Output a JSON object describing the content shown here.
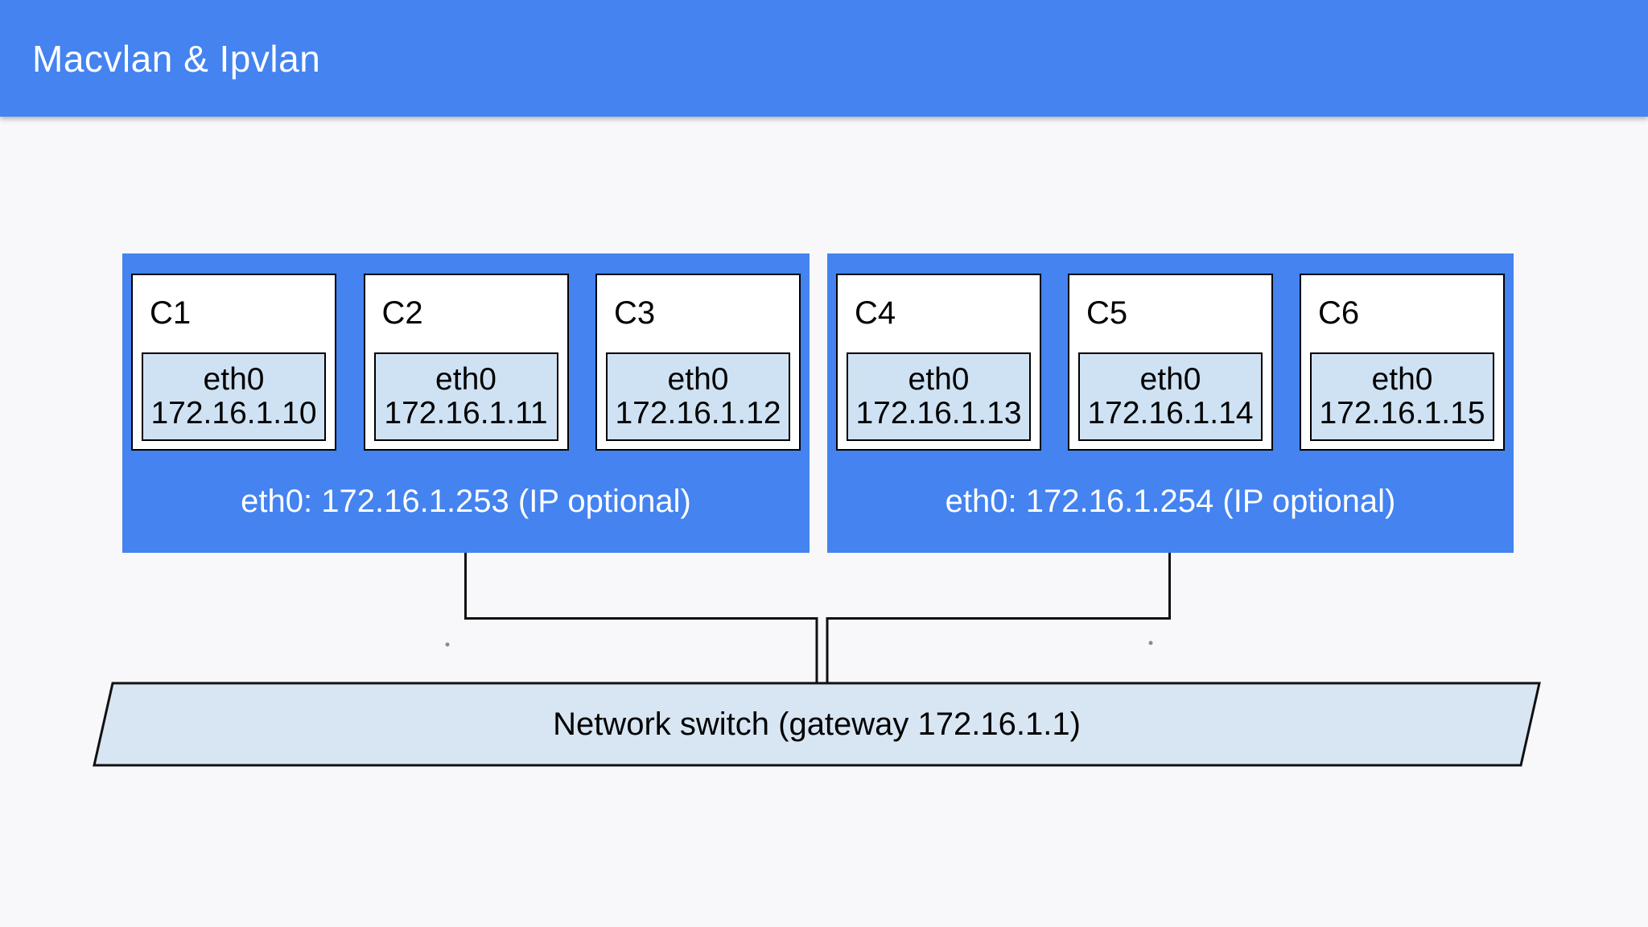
{
  "header": {
    "title": "Macvlan & Ipvlan"
  },
  "colors": {
    "header_blue": "#4483f0",
    "host_blue": "#4483f0",
    "interface_fill": "#cfe2f3",
    "switch_fill": "#d8e6f3",
    "canvas_bg": "#f8f8fa",
    "line": "#111111"
  },
  "hosts": [
    {
      "label": "eth0: 172.16.1.253 (IP optional)",
      "containers": [
        {
          "name": "C1",
          "interface": "eth0",
          "ip": "172.16.1.10"
        },
        {
          "name": "C2",
          "interface": "eth0",
          "ip": "172.16.1.11"
        },
        {
          "name": "C3",
          "interface": "eth0",
          "ip": "172.16.1.12"
        }
      ]
    },
    {
      "label": "eth0: 172.16.1.254 (IP optional)",
      "containers": [
        {
          "name": "C4",
          "interface": "eth0",
          "ip": "172.16.1.13"
        },
        {
          "name": "C5",
          "interface": "eth0",
          "ip": "172.16.1.14"
        },
        {
          "name": "C6",
          "interface": "eth0",
          "ip": "172.16.1.15"
        }
      ]
    }
  ],
  "switch": {
    "label": "Network switch (gateway 172.16.1.1)"
  }
}
